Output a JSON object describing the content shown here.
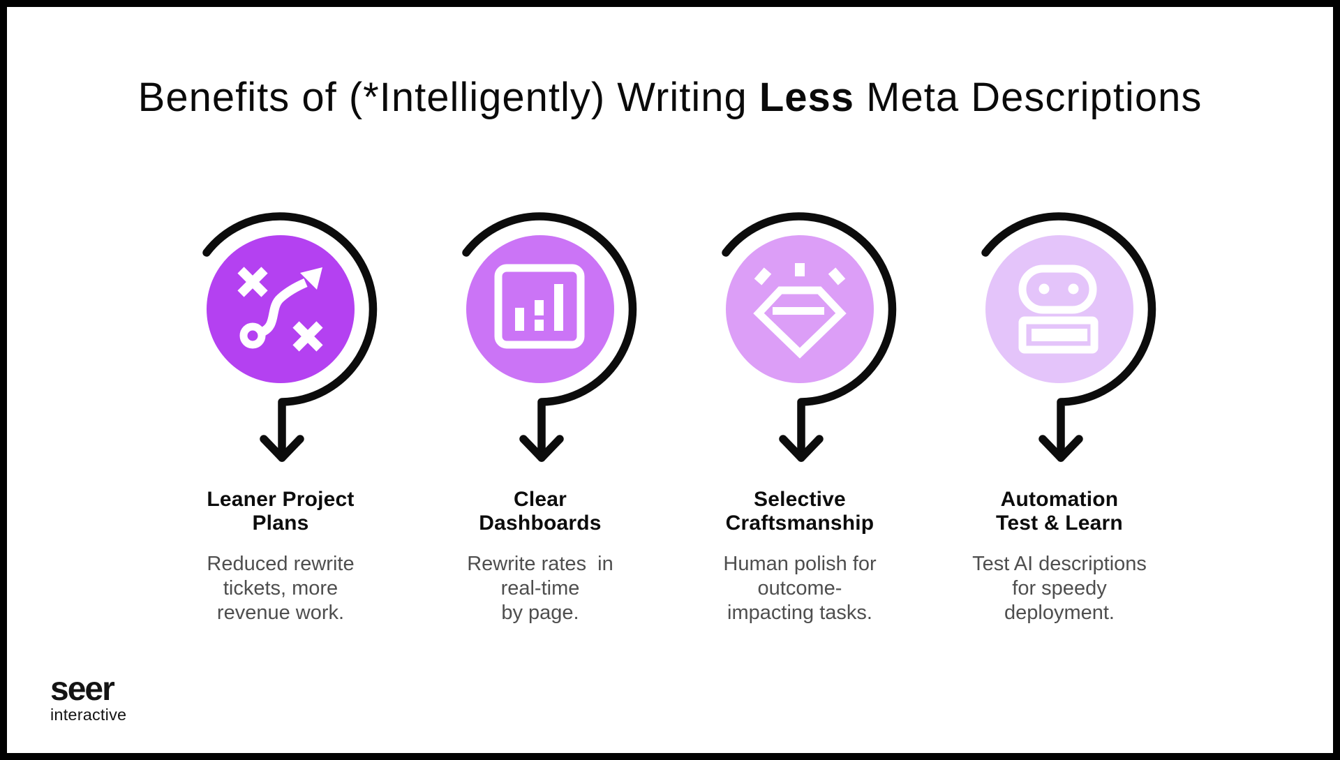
{
  "frame": {
    "border_color": "#010101",
    "background": "#ffffff"
  },
  "header": {
    "title_pre": "Benefits of (*Intelligently) Writing ",
    "title_bold": "Less",
    "title_post": " Meta Descriptions"
  },
  "benefits": [
    {
      "icon": "strategy-icon",
      "circle_color": "#b441f1",
      "title": "Leaner Project\nPlans",
      "description": "Reduced rewrite\ntickets, more\nrevenue work."
    },
    {
      "icon": "dashboard-icon",
      "circle_color": "#cb74f6",
      "title": "Clear\nDashboards",
      "description": "Rewrite rates  in\nreal-time\nby page."
    },
    {
      "icon": "gem-icon",
      "circle_color": "#dc9ef7",
      "title": "Selective\nCraftsmanship",
      "description": "Human polish for\noutcome-\nimpacting tasks."
    },
    {
      "icon": "robot-icon",
      "circle_color": "#e4c4fa",
      "title": "Automation\nTest & Learn",
      "description": "Test AI descriptions\nfor speedy\ndeployment."
    }
  ],
  "logo": {
    "brand": "seer",
    "sub_brand": "interactive"
  },
  "colors": {
    "arrow": "#0c0c0c",
    "title_text": "#0b0b0b",
    "body_text": "#4e4e4e"
  }
}
